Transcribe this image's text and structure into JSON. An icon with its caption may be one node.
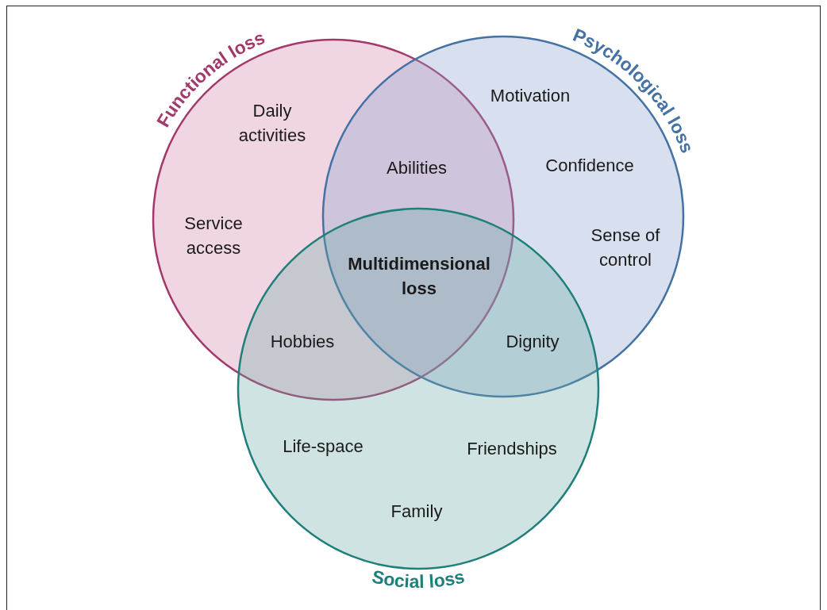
{
  "diagram": {
    "nodes": [
      {
        "text": [
          "Functional loss"
        ]
      },
      {
        "text": [
          "Psychological loss"
        ]
      },
      {
        "text": [
          "Social loss"
        ]
      }
    ],
    "labels": [
      "Daily activities",
      "Motivation",
      "Abilities",
      "Confidence",
      "Service access",
      "Sense of control",
      "Multidimensional loss",
      "Hobbies",
      "Dignity",
      "Life-space",
      "Friendships",
      "Family"
    ]
  }
}
